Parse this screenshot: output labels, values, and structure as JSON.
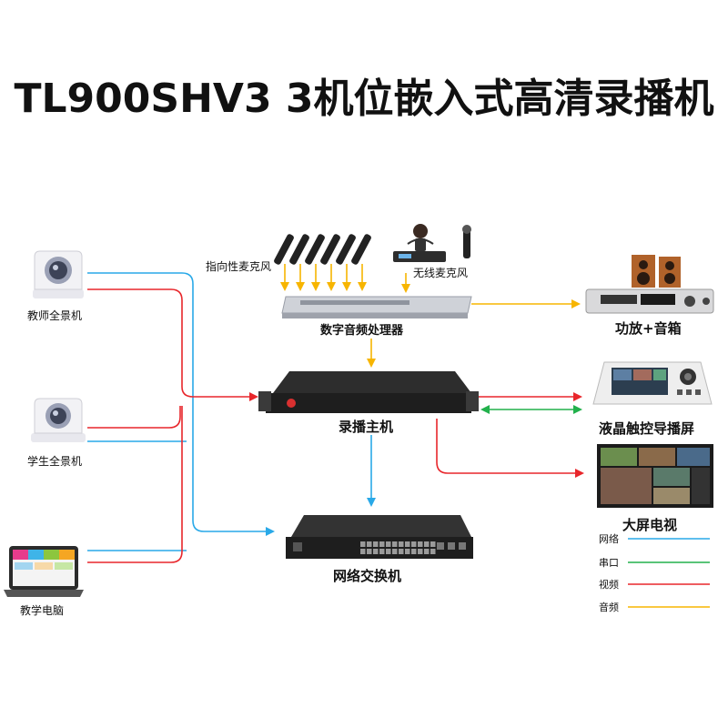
{
  "title": "TL900SHV3  3机位嵌入式高清录播机",
  "devices": {
    "teacher_camera": "教师全景机",
    "student_camera": "学生全景机",
    "teaching_pc": "教学电脑",
    "directional_mics": "指向性麦克风",
    "wireless_mic": "无线麦克风",
    "audio_processor": "数字音频处理器",
    "amp_speakers": "功放+音箱",
    "recording_host": "录播主机",
    "touch_screen": "液晶触控导播屏",
    "big_tv": "大屏电视",
    "network_switch": "网络交换机"
  },
  "legend": [
    {
      "label": "网络",
      "color": "#29a9e8"
    },
    {
      "label": "串口",
      "color": "#22b14c"
    },
    {
      "label": "视频",
      "color": "#e8262b"
    },
    {
      "label": "音频",
      "color": "#f7b500"
    }
  ]
}
